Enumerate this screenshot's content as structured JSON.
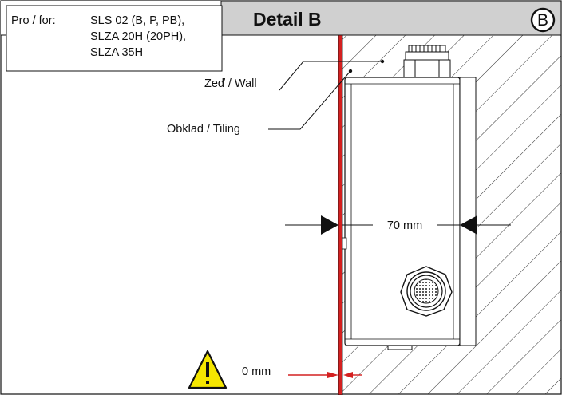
{
  "info_box": {
    "label": "Pro / for:",
    "lines": [
      "SLS 02 (B, P, PB),",
      "SLZA 20H (20PH),",
      "SLZA 35H"
    ]
  },
  "header": {
    "title": "Detail B",
    "badge": "B"
  },
  "labels": {
    "wall": "Zeď / Wall",
    "tiling": "Obklad / Tiling"
  },
  "dimensions": {
    "width": "70 mm",
    "gap": "0 mm"
  },
  "colors": {
    "tiling_red": "#d42020",
    "header_bg": "#d0d0d0",
    "hatch": "#333333",
    "warning_yellow": "#f5e600"
  },
  "icons": [
    "warning-triangle-icon",
    "circle-b-badge-icon",
    "cable-gland-icon"
  ]
}
